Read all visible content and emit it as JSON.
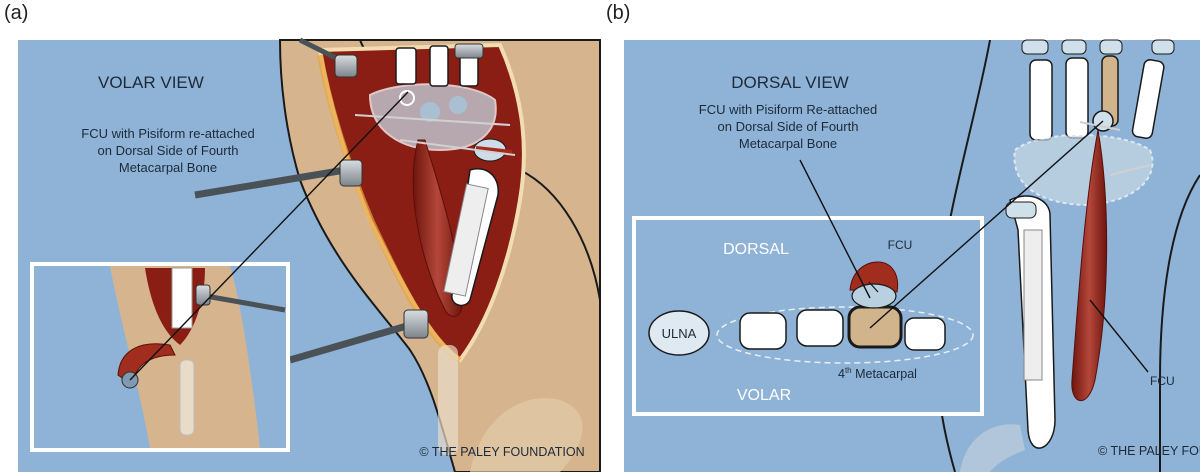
{
  "panels": {
    "a": {
      "letter": "(a)",
      "view_title": "VOLAR VIEW",
      "caption_lines": [
        "FCU with Pisiform re-attached",
        "on Dorsal Side of Fourth",
        "Metacarpal Bone"
      ],
      "copyright": "© THE PALEY FOUNDATION"
    },
    "b": {
      "letter": "(b)",
      "view_title": "DORSAL VIEW",
      "caption_lines": [
        "FCU with Pisiform Re-attached",
        "on Dorsal Side of Fourth",
        "Metacarpal Bone"
      ],
      "inset": {
        "dorsal_label": "DORSAL",
        "volar_label": "VOLAR",
        "ulna_label": "ULNA",
        "fcu_label": "FCU",
        "metacarpal_number": "4",
        "metacarpal_suffix": "th",
        "metacarpal_word": " Metacarpal"
      },
      "fcu_label": "FCU",
      "copyright": "© THE PALEY FOUNDATION"
    }
  },
  "colors": {
    "background": "#8fb3d6",
    "skin": "#d6b48e",
    "muscle": "#8a1e14",
    "bone": "#ffffff",
    "outline": "#1a1a1a"
  }
}
